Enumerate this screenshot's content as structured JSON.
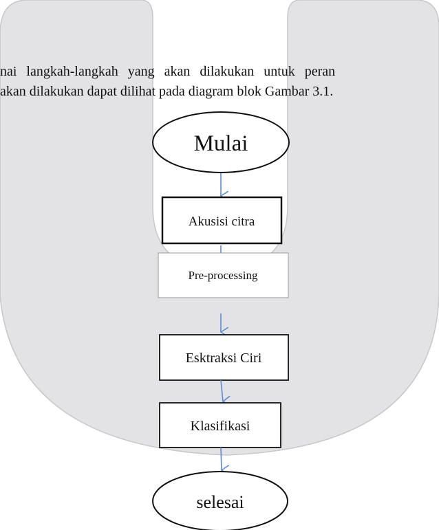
{
  "paragraph": {
    "line1": "nai langkah-langkah yang akan dilakukan untuk peran",
    "line2": "akan dilakukan dapat dilihat pada diagram blok Gambar 3.1."
  },
  "flowchart": {
    "start": "Mulai",
    "steps": [
      "Akusisi citra",
      "Pre-processing",
      "Esktraksi Ciri",
      "Klasifikasi"
    ],
    "end": "selesai"
  },
  "colors": {
    "arrow": "#5b8ed6",
    "watermark_fill": "#e3e3e6",
    "watermark_stroke": "#c8c8cc",
    "box_stroke": "#111111"
  }
}
